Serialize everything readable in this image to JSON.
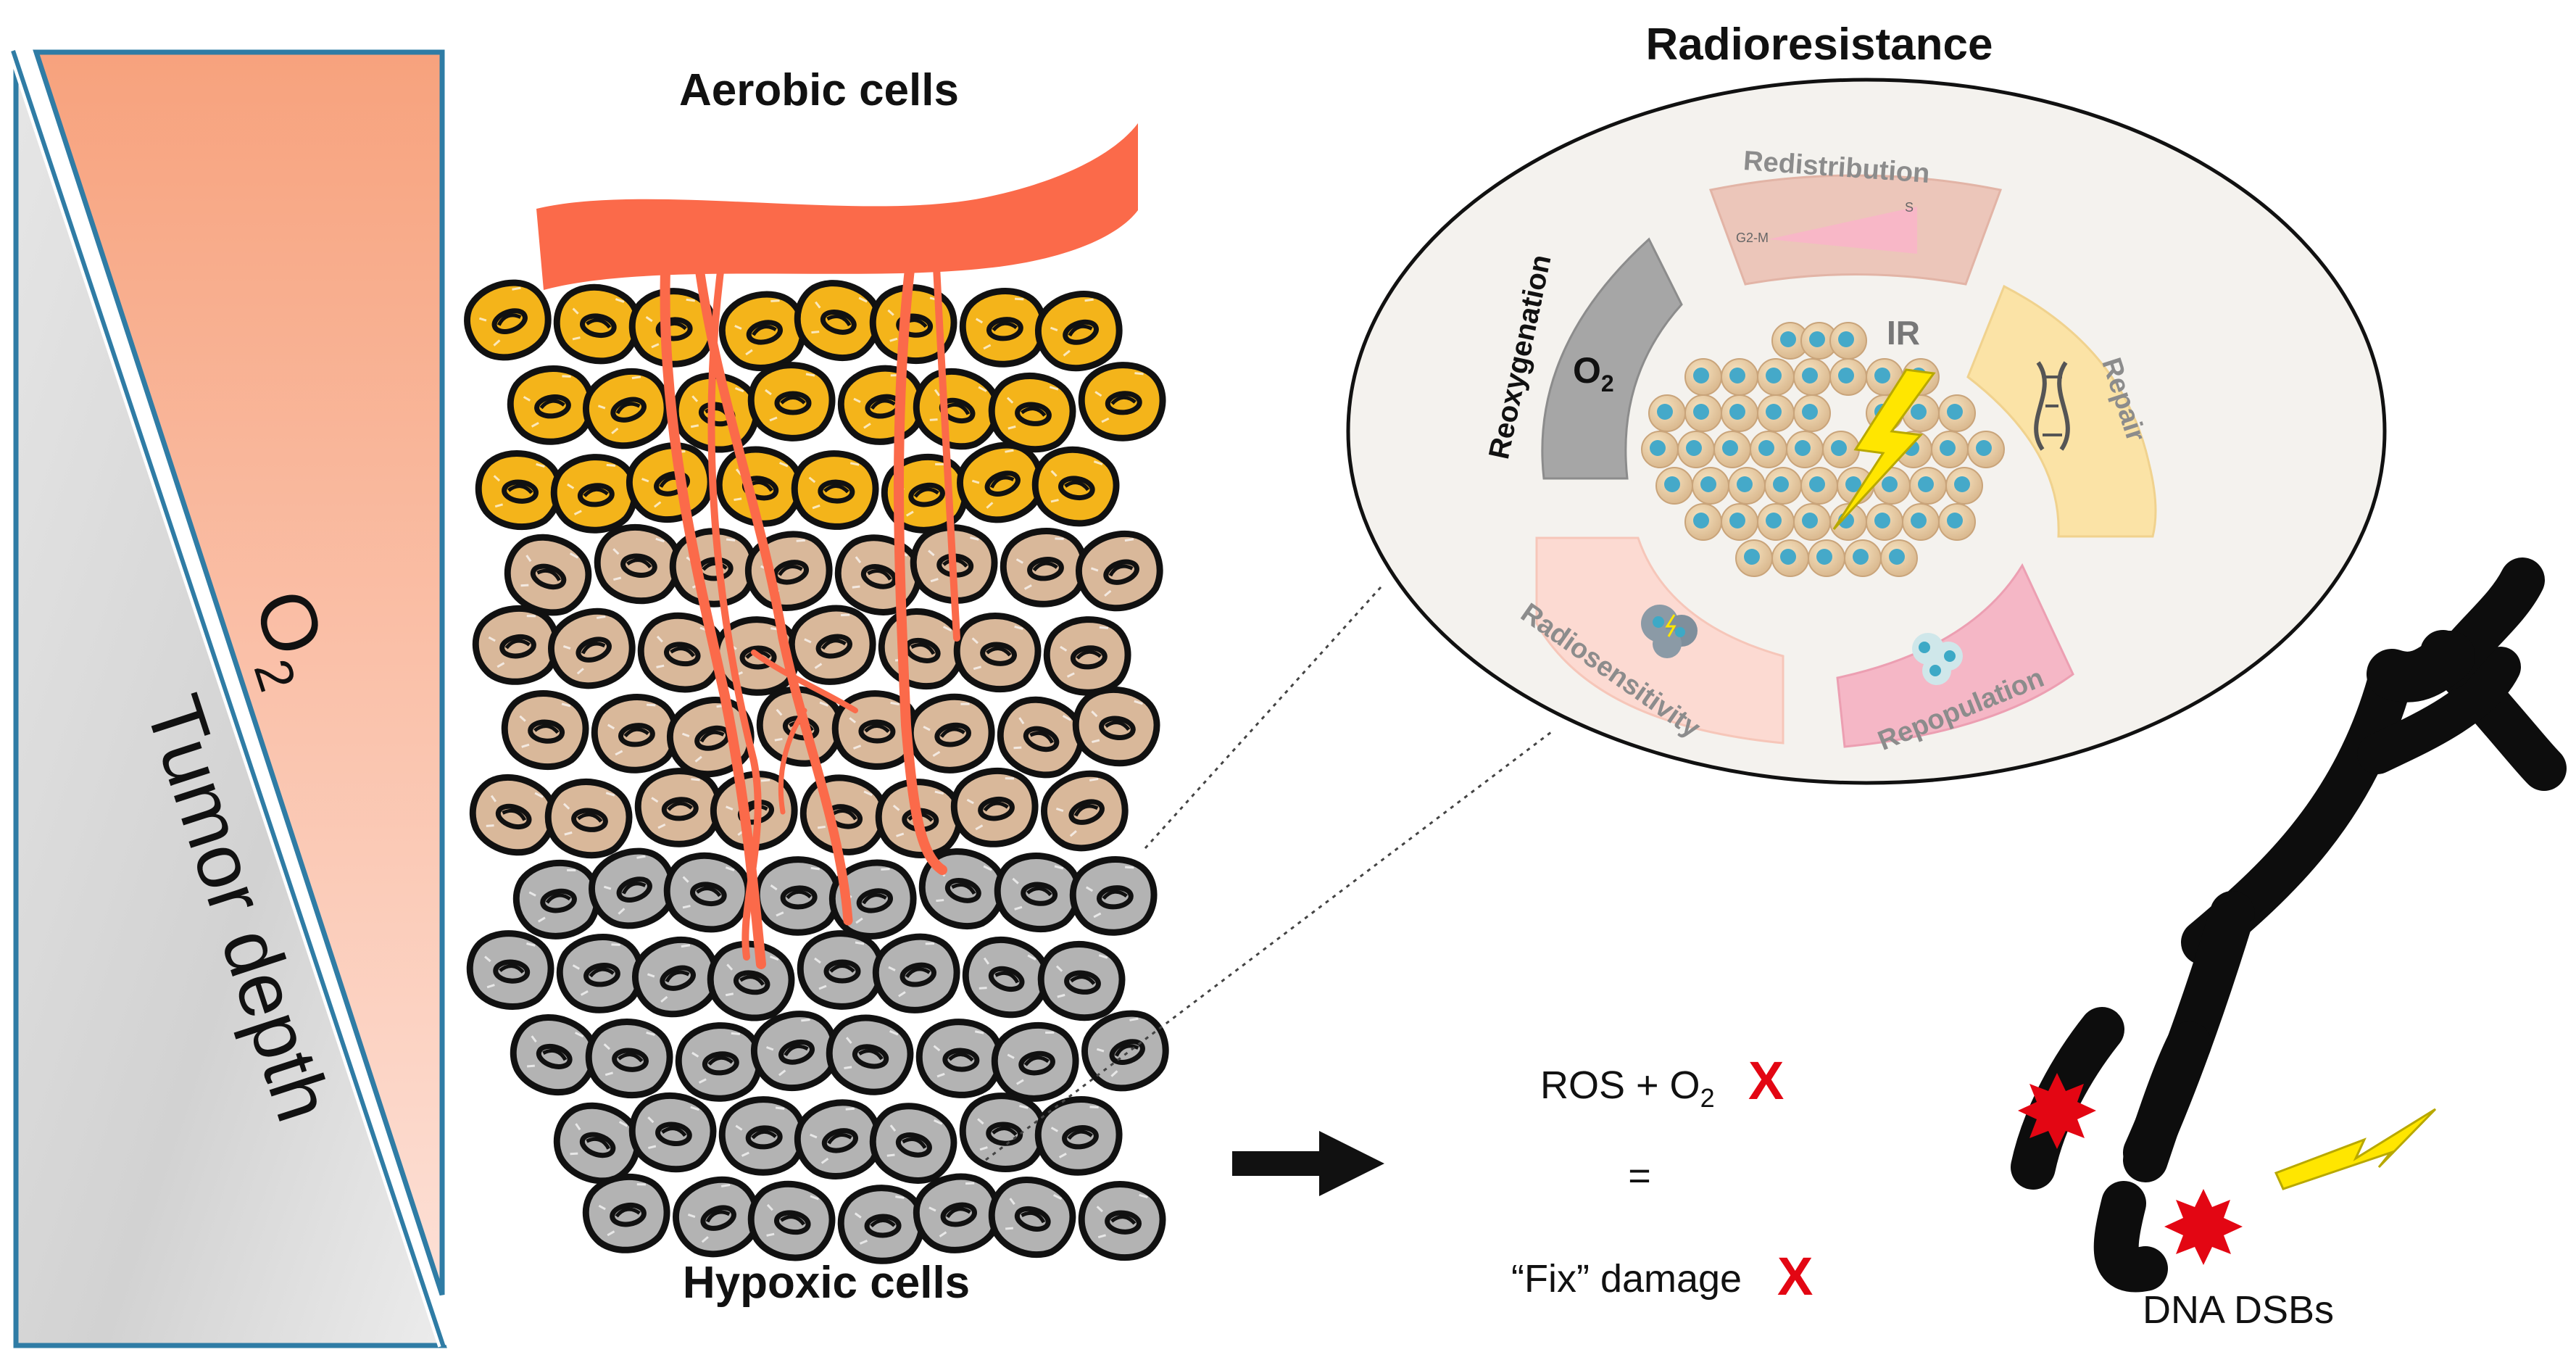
{
  "gradient": {
    "label": "O",
    "label_sub": "2",
    "axis_label": "Tumor depth",
    "top_color": "#f7a27d",
    "bottom_color": "#fde0d6",
    "grey_color": "#d9d9d9",
    "border_color": "#2f7ca5"
  },
  "tumor": {
    "top_label": "Aerobic cells",
    "bottom_label": "Hypoxic cells",
    "aerobic_color": "#f4b41a",
    "intermediate_color": "#d9b89a",
    "hypoxic_color": "#b3b3b3",
    "vessel_color": "#fb6a4a"
  },
  "radioresistance": {
    "title": "Radioresistance",
    "factors": [
      {
        "label": "Redistribution",
        "color": "#ecc6ba"
      },
      {
        "label": "Repair",
        "color": "#fbe3a6"
      },
      {
        "label": "Repopulation",
        "color": "#f5b7c6"
      },
      {
        "label": "Radiosensitivity",
        "color": "#fcdad2"
      },
      {
        "label": "Reoxygenation",
        "color": "#a6a6a6"
      }
    ],
    "o2_symbol": "O",
    "o2_sub": "2",
    "ir_label": "IR",
    "cycle_labels": {
      "g2m": "G2-M",
      "s": "S"
    }
  },
  "mechanism": {
    "line1": "ROS + O",
    "line1_sub": "2",
    "equals": "=",
    "line3": "“Fix” damage",
    "cross_symbol": "X",
    "cross_color": "#e30613"
  },
  "dna": {
    "label": "DNA DSBs",
    "break_color": "#e30613",
    "bolt_color": "#ffe600"
  }
}
